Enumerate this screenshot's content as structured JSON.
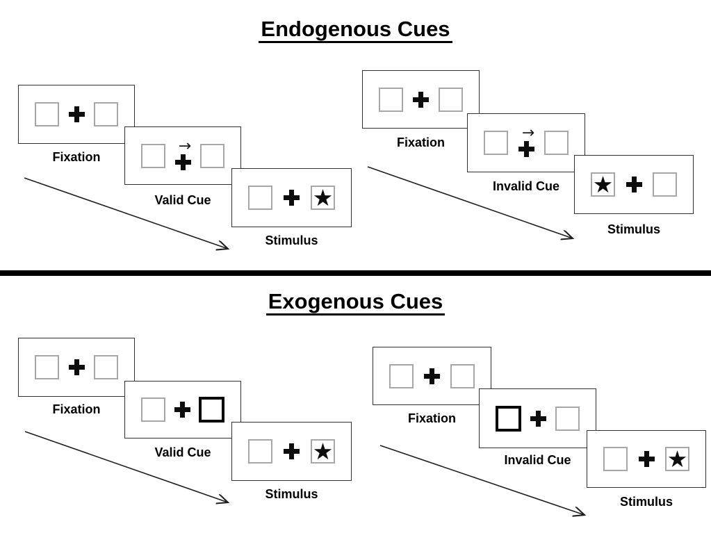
{
  "figure": {
    "kind": "Posner attention cueing paradigm diagram",
    "divider": "thick horizontal black line between sections"
  },
  "glyphs": {
    "star": "★",
    "cue_arrow": "→",
    "fixation_cross": "plus"
  },
  "colors": {
    "ink": "#000000",
    "panel_border": "#2f2f2f",
    "box_border": "#a6a6a6",
    "highlight_box_border": "#000000",
    "background": "#ffffff"
  },
  "sections": [
    {
      "title": "Endogenous Cues",
      "sequences": [
        {
          "name": "valid",
          "cue": "arrow-right-above-fixation-cross",
          "stimulus": "star-right",
          "panels": [
            {
              "label": "Fixation"
            },
            {
              "label": "Valid Cue"
            },
            {
              "label": "Stimulus"
            }
          ]
        },
        {
          "name": "invalid",
          "cue": "arrow-right-above-fixation-cross",
          "stimulus": "star-left",
          "panels": [
            {
              "label": "Fixation"
            },
            {
              "label": "Invalid Cue"
            },
            {
              "label": "Stimulus"
            }
          ]
        }
      ]
    },
    {
      "title": "Exogenous Cues",
      "sequences": [
        {
          "name": "valid",
          "cue": "highlight-right-box",
          "stimulus": "star-right",
          "panels": [
            {
              "label": "Fixation"
            },
            {
              "label": "Valid Cue"
            },
            {
              "label": "Stimulus"
            }
          ]
        },
        {
          "name": "invalid",
          "cue": "highlight-left-box",
          "stimulus": "star-right",
          "panels": [
            {
              "label": "Fixation"
            },
            {
              "label": "Invalid Cue"
            },
            {
              "label": "Stimulus"
            }
          ]
        }
      ]
    }
  ]
}
